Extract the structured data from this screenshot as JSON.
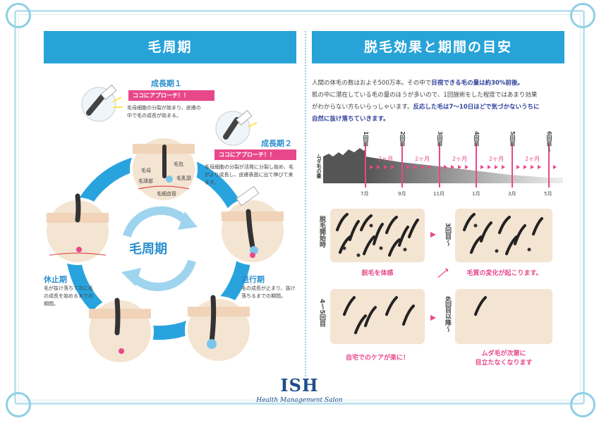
{
  "left": {
    "title": "毛周期",
    "center_label": "毛周期",
    "phase1": {
      "title": "成長期１",
      "tag": "ココにアプローチ！！",
      "desc": "毛母細胞の分裂が始まり、皮膚の中で毛の成長が始まる。"
    },
    "phase2": {
      "title": "成長期２",
      "tag": "ココにアプローチ！！",
      "desc": "毛母細胞の分裂が活発に分裂し始め、毛がより成長し、皮膚表面に出て伸びて来ます。"
    },
    "retro": {
      "title": "退行期",
      "desc": "毛の成長が止まり、抜け落ちるまでの期間。"
    },
    "rest": {
      "title": "休止期",
      "desc": "毛が抜け落ちて次に毛の成長を始めるまでの期間。"
    },
    "anatomy": {
      "hair": "毛包",
      "papilla": "毛乳頭",
      "matrix": "毛母",
      "bulb": "毛球部",
      "vessel": "毛細血管"
    }
  },
  "right": {
    "title": "脱毛効果と期間の目安",
    "intro_1a": "人間の体毛の数はおよそ500万本。その中で",
    "intro_1b": "目視できる毛の量は約30%前後。",
    "intro_2": "肌の中に潜在している毛の量のほうが多いので、1回施術をした程度ではあまり効果",
    "intro_3a": "がわからない方もいらっしゃいます。",
    "intro_3b": "反応した毛は7～10日ほどで気づかないうちに",
    "intro_4": "自然に抜け落ちていきます。",
    "timeline": {
      "ylabel": "ムダ毛の量",
      "sessions": [
        "1回目",
        "2回目",
        "3回目",
        "4回目",
        "5回目",
        "6回目～"
      ],
      "intervals": [
        "2ヶ月",
        "2ヶ月",
        "2ヶ月",
        "2ヶ月",
        "2ヶ月"
      ],
      "months": [
        "7月",
        "9月",
        "11月",
        "1月",
        "3月",
        "5月"
      ]
    },
    "stages": [
      {
        "side": "脱毛開始時",
        "caption": "脱毛を体感"
      },
      {
        "side": "3回目～",
        "caption": "毛質の変化が起こります。"
      },
      {
        "side": "4～5回目",
        "caption": "自宅でのケアが楽に！"
      },
      {
        "side": "6回目以降～",
        "caption_1": "ムダ毛が次第に",
        "caption_2": "目立たなくなります"
      }
    ]
  },
  "logo": {
    "name": "ISH",
    "sub": "Health Management Salon"
  },
  "colors": {
    "banner": "#27a3d8",
    "pink": "#e8488a",
    "cycle_ring": "#29a3de",
    "skin": "#f4e4d2"
  }
}
